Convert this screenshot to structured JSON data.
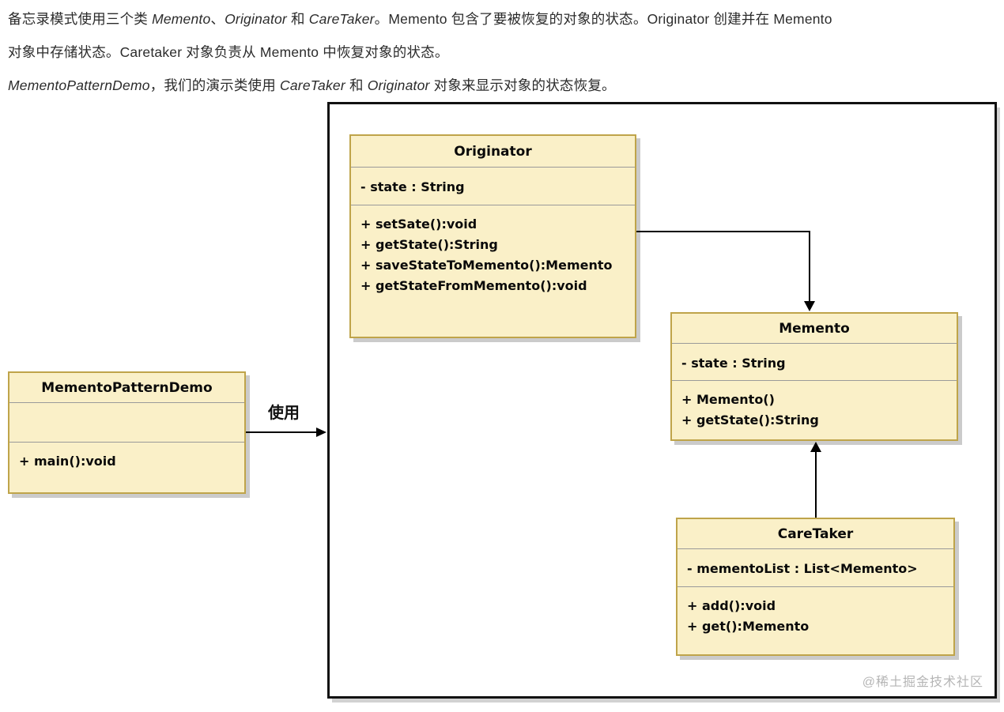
{
  "intro": {
    "p1": {
      "r1": "备忘录模式使用三个类 ",
      "r2": "Memento",
      "r3": "、",
      "r4": "Originator",
      "r5": " 和 ",
      "r6": "CareTaker",
      "r7": "。Memento 包含了要被恢复的对象的状态。Originator 创建并在 Memento"
    },
    "p2": "对象中存储状态。Caretaker 对象负责从 Memento 中恢复对象的状态。",
    "p3": {
      "r1": "MementoPatternDemo",
      "r2": "，我们的演示类使用 ",
      "r3": "CareTaker",
      "r4": " 和 ",
      "r5": "Originator",
      "r6": " 对象来显示对象的状态恢复。"
    }
  },
  "classes": {
    "originator": {
      "name": "Originator",
      "attributes": [
        "- state : String"
      ],
      "methods": [
        "+ setSate():void",
        "+ getState():String",
        "+ saveStateToMemento():Memento",
        "+ getStateFromMemento():void"
      ]
    },
    "memento": {
      "name": "Memento",
      "attributes": [
        "- state : String"
      ],
      "methods": [
        "+ Memento()",
        "+ getState():String"
      ]
    },
    "caretaker": {
      "name": "CareTaker",
      "attributes": [
        "- mementoList : List<Memento>"
      ],
      "methods": [
        "+ add():void",
        "+ get():Memento"
      ]
    },
    "demo": {
      "name": "MementoPatternDemo",
      "attributes": [],
      "methods": [
        "+ main():void"
      ]
    }
  },
  "relations": {
    "uses_label": "使用"
  },
  "watermark": {
    "text": "@稀土掘金技术社区"
  },
  "colors": {
    "box_fill": "#FAF0C8",
    "box_border": "#BFA44A",
    "divider": "#9A9A9A",
    "frame_border": "#111111",
    "connector": "#000000",
    "watermark_text": "#B5B5B5",
    "body_text": "#2B2B2B"
  }
}
